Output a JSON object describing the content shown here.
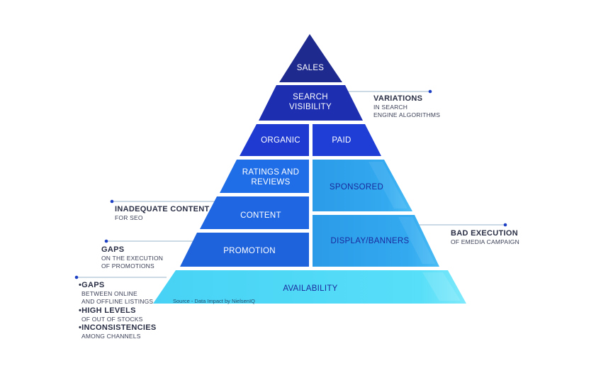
{
  "pyramid": {
    "sales": "SALES",
    "search_visibility": [
      "SEARCH",
      "VISIBILITY"
    ],
    "organic": "ORGANIC",
    "paid": "PAID",
    "ratings_reviews": [
      "RATINGS AND",
      "REVIEWS"
    ],
    "sponsored": "SPONSORED",
    "content": "CONTENT",
    "promotion": "PROMOTION",
    "display_banners": "DISPLAY/BANNERS",
    "availability": "AVAILABILITY"
  },
  "source": "Source - Data Impact by NielsenIQ",
  "annotations": {
    "variations": {
      "title": "VARIATIONS",
      "lines": [
        "IN SEARCH",
        "ENGINE ALGORITHMS"
      ]
    },
    "inadequate": {
      "title": "INADEQUATE CONTENT",
      "lines": [
        "FOR SEO"
      ]
    },
    "bad_execution": {
      "title": "BAD EXECUTION",
      "lines": [
        "OF EMEDIA CAMPAIGN"
      ]
    },
    "gaps_promo": {
      "title": "GAPS",
      "lines": [
        "ON THE EXECUTION",
        "OF PROMOTIONS"
      ]
    },
    "availability_notes": [
      {
        "title": "•GAPS",
        "lines": [
          "BETWEEN ONLINE",
          "AND OFFLINE LISTINGS"
        ]
      },
      {
        "title": "•HIGH LEVELS",
        "lines": [
          "OF OUT OF STOCKS"
        ]
      },
      {
        "title": "•INCONSISTENCIES",
        "lines": [
          "AMONG CHANNELS"
        ]
      }
    ]
  },
  "colors": {
    "sales": "#1f2a8f",
    "search_visibility": "#1d2fb0",
    "organic_paid": "#1d3ccc",
    "ratings_content_promotion": "#1e6fe8",
    "sponsored_display": "#2aa4ec",
    "availability": "#55dcf7",
    "connector": "#9ab4cc",
    "dot": "#1c3fc4"
  }
}
